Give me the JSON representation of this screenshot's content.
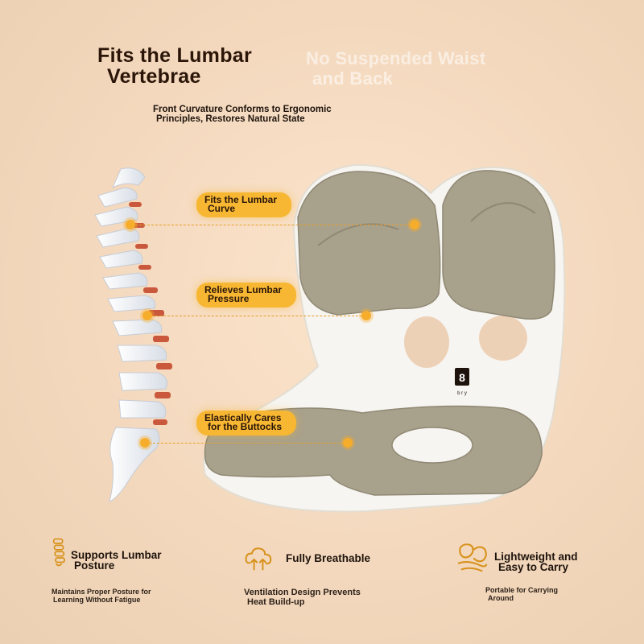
{
  "header": {
    "title_line1": "Fits the Lumbar",
    "title_line2": "Vertebrae",
    "ghost_line1": "No Suspended Waist",
    "ghost_line2": "and Back",
    "subtitle_line1": "Front Curvature Conforms to Ergonomic",
    "subtitle_line2": "Principles, Restores Natural State"
  },
  "callouts": [
    {
      "line1": "Fits the Lumbar",
      "line2": "Curve"
    },
    {
      "line1": "Relieves Lumbar",
      "line2": "Pressure"
    },
    {
      "line1": "Elastically Cares",
      "line2": "for the Buttocks"
    }
  ],
  "product": {
    "logo_glyph": "8",
    "logo_text": "b r y"
  },
  "features": [
    {
      "icon": "spine-icon",
      "title_line1": "Supports Lumbar",
      "title_line2": "Posture",
      "desc_line1": "Maintains Proper Posture for",
      "desc_line2": "Learning Without Fatigue"
    },
    {
      "icon": "airflow-icon",
      "title_line1": "Fully Breathable",
      "title_line2": "",
      "desc_line1": "Ventilation Design Prevents",
      "desc_line2": "Heat Build-up"
    },
    {
      "icon": "carry-icon",
      "title_line1": "Lightweight and",
      "title_line2": "Easy to Carry",
      "desc_line1": "Portable for Carrying",
      "desc_line2": "Around"
    }
  ],
  "colors": {
    "accent": "#f7b733",
    "cushion": "#a8a18c",
    "shell": "#f7f5f1",
    "title": "#2a1508"
  }
}
